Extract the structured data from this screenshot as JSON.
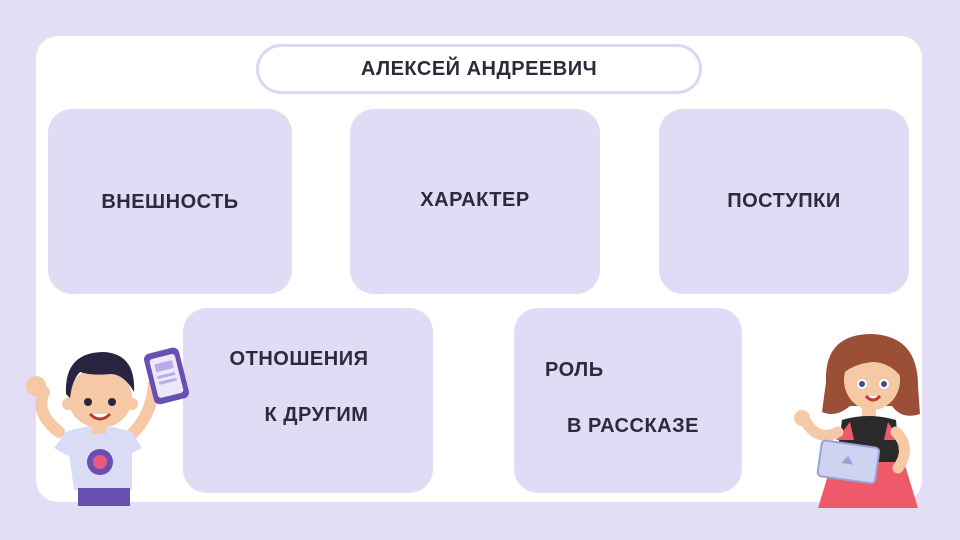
{
  "title": "АЛЕКСЕЙ АНДРЕЕВИЧ",
  "cards": {
    "appearance": "ВНЕШНОСТЬ",
    "character": "ХАРАКТЕР",
    "actions": "ПОСТУПКИ",
    "relations_line1": "ОТНОШЕНИЯ",
    "relations_line2": "К ДРУГИМ",
    "role_line1": "РОЛЬ",
    "role_line2": "В РАССКАЗЕ"
  },
  "colors": {
    "background": "#e3def6",
    "card": "#e1dcf5",
    "text": "#2b2b3a"
  },
  "illustrations": [
    "boy-with-tablet",
    "girl-with-laptop"
  ]
}
